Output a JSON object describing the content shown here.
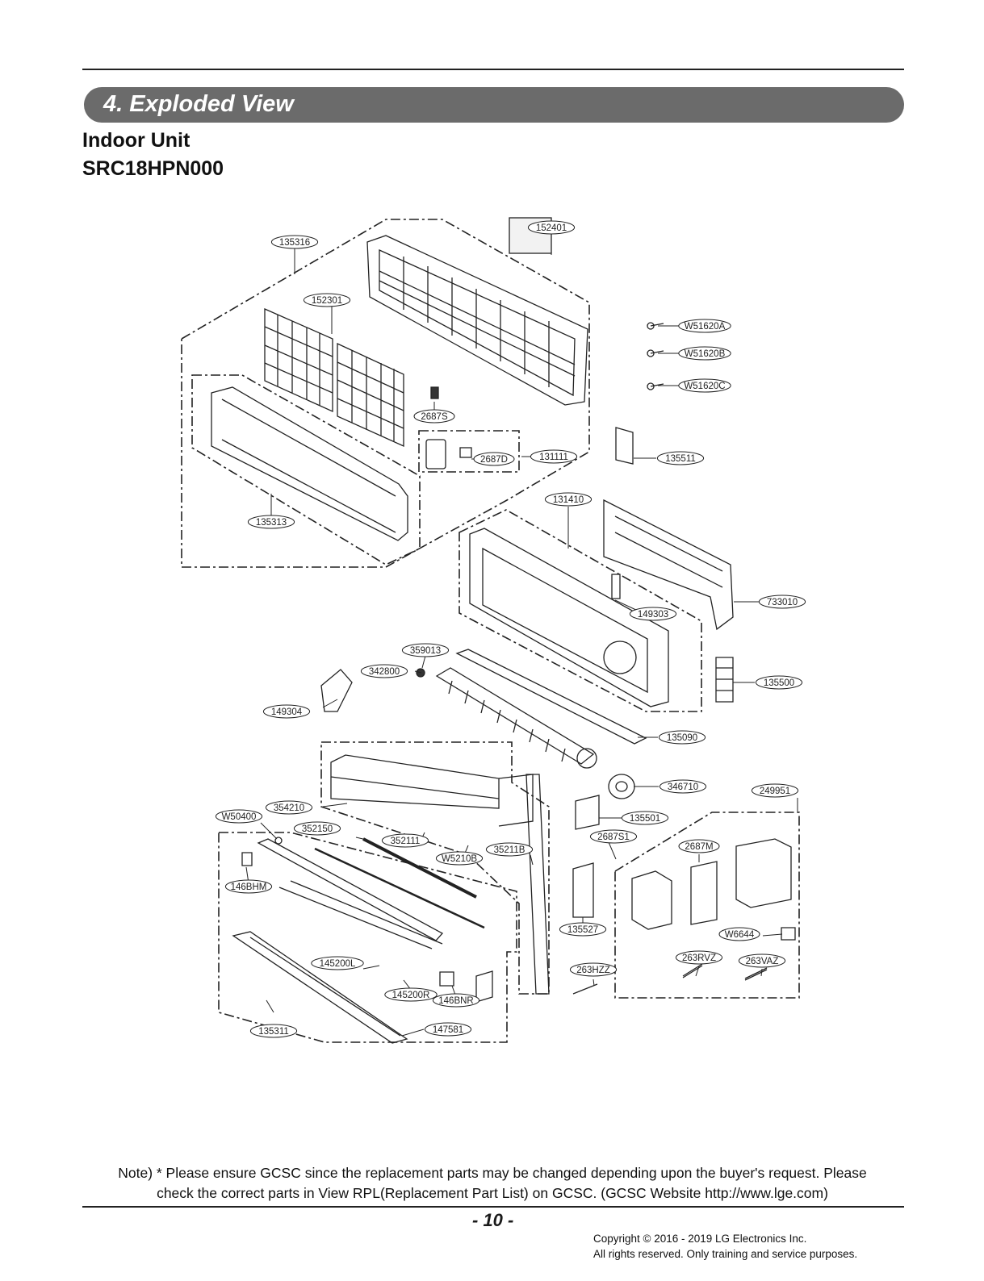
{
  "section": {
    "title": "4. Exploded View"
  },
  "subtitle": {
    "line1": "Indoor Unit",
    "line2": "SRC18HPN000"
  },
  "parts": [
    {
      "id": "p-152401",
      "label": "152401"
    },
    {
      "id": "p-135316",
      "label": "135316"
    },
    {
      "id": "p-152301",
      "label": "152301"
    },
    {
      "id": "p-W51620A",
      "label": "W51620A"
    },
    {
      "id": "p-W51620B",
      "label": "W51620B"
    },
    {
      "id": "p-W51620C",
      "label": "W51620C"
    },
    {
      "id": "p-2687S",
      "label": "2687S"
    },
    {
      "id": "p-2687D",
      "label": "2687D"
    },
    {
      "id": "p-131111",
      "label": "131111"
    },
    {
      "id": "p-135511",
      "label": "135511"
    },
    {
      "id": "p-135313",
      "label": "135313"
    },
    {
      "id": "p-131410",
      "label": "131410"
    },
    {
      "id": "p-733010",
      "label": "733010"
    },
    {
      "id": "p-149303",
      "label": "149303"
    },
    {
      "id": "p-359013",
      "label": "359013"
    },
    {
      "id": "p-342800",
      "label": "342800"
    },
    {
      "id": "p-135500",
      "label": "135500"
    },
    {
      "id": "p-149304",
      "label": "149304"
    },
    {
      "id": "p-135090",
      "label": "135090"
    },
    {
      "id": "p-346710",
      "label": "346710"
    },
    {
      "id": "p-249951",
      "label": "249951"
    },
    {
      "id": "p-354210",
      "label": "354210"
    },
    {
      "id": "p-W50400",
      "label": "W50400"
    },
    {
      "id": "p-135501",
      "label": "135501"
    },
    {
      "id": "p-352150",
      "label": "352150"
    },
    {
      "id": "p-352111",
      "label": "352111"
    },
    {
      "id": "p-2687S1",
      "label": "2687S1"
    },
    {
      "id": "p-2687M",
      "label": "2687M"
    },
    {
      "id": "p-W5210B",
      "label": "W5210B"
    },
    {
      "id": "p-35211B",
      "label": "35211B"
    },
    {
      "id": "p-146BHM",
      "label": "146BHM"
    },
    {
      "id": "p-135527",
      "label": "135527"
    },
    {
      "id": "p-W6644",
      "label": "W6644"
    },
    {
      "id": "p-263RVZ",
      "label": "263RVZ"
    },
    {
      "id": "p-263VAZ",
      "label": "263VAZ"
    },
    {
      "id": "p-145200L",
      "label": "145200L"
    },
    {
      "id": "p-263HZZ",
      "label": "263HZZ"
    },
    {
      "id": "p-145200R",
      "label": "145200R"
    },
    {
      "id": "p-146BNR",
      "label": "146BNR"
    },
    {
      "id": "p-135311",
      "label": "135311"
    },
    {
      "id": "p-147581",
      "label": "147581"
    }
  ],
  "note": {
    "line1": "Note) * Please ensure GCSC since the replacement parts may be changed depending upon the buyer's request. Please",
    "line2": "check  the correct parts in View RPL(Replacement Part List) on GCSC. (GCSC Website  http://www.lge.com)"
  },
  "footer": {
    "page_number": "- 10 -",
    "copyright_line1": "Copyright © 2016 - 2019 LG Electronics Inc.",
    "copyright_line2": "All rights reserved. Only training and service purposes."
  }
}
